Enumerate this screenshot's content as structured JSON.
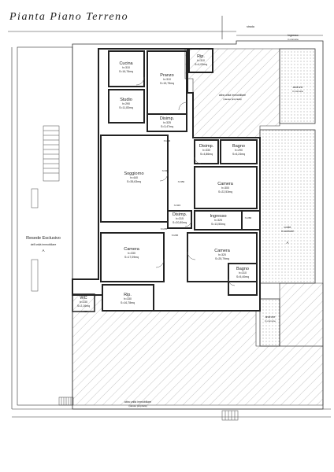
{
  "title": "Pianta  Piano  Terreno",
  "rooms": [
    {
      "key": "cucina",
      "name": "Cucina",
      "h": "h=310",
      "s": "S=16,76mq"
    },
    {
      "key": "pranzo",
      "name": "Pranzo",
      "h": "h=310",
      "s": "S=15,75mq"
    },
    {
      "key": "rip1",
      "name": "Rip.",
      "h": "h=310",
      "s": "S=4,03mq"
    },
    {
      "key": "studio",
      "name": "Studio",
      "h": "h=290",
      "s": "S=11,83mq"
    },
    {
      "key": "disimp1",
      "name": "Disimp.",
      "h": "h=325",
      "s": "S=3,47mq"
    },
    {
      "key": "soggiorno",
      "name": "Soggiorno",
      "h": "h=440",
      "s": "S=35,63mq"
    },
    {
      "key": "disimp2",
      "name": "Disimp.",
      "h": "h=330",
      "s": "S=4,86mq"
    },
    {
      "key": "bagno1",
      "name": "Bagno",
      "h": "h=290",
      "s": "S=6,24mq"
    },
    {
      "key": "camera1",
      "name": "Camera",
      "h": "h=300",
      "s": "S=22,53mq"
    },
    {
      "key": "disimp3",
      "name": "Disimp.",
      "h": "h=315",
      "s": "S=20,80mq"
    },
    {
      "key": "ingresso",
      "name": "Ingresso",
      "h": "h=325",
      "s": "S=13,50mq"
    },
    {
      "key": "camera2",
      "name": "Camera",
      "h": "h=330",
      "s": "S=17,09mq"
    },
    {
      "key": "camera3",
      "name": "Camera",
      "h": "h=320",
      "s": "S=25,79mq"
    },
    {
      "key": "bagno2",
      "name": "Bagno",
      "h": "h=310",
      "s": "S=5,40mq"
    },
    {
      "key": "rip2",
      "name": "Rip.",
      "h": "h=330",
      "s": "S=16,78mq"
    },
    {
      "key": "wc",
      "name": "WC",
      "h": "h=230",
      "s": "S=2,16mq"
    }
  ],
  "labels": {
    "resede": "Resede Esclusivo",
    "resede_sub": "dell'unità immobiliare",
    "resede_letter": "A",
    "other_unit_top": "altra unità immobiliare",
    "other_unit_top_sub": "(stesso proprietà)",
    "other_unit_bottom": "altra unità immobiliare",
    "other_unit_bottom_sub": "(stesso proprietà)",
    "corte": "corte",
    "corte_sub": "in comune",
    "corte_letter": "A",
    "androne1": "androne",
    "androne1_sub": "in comune",
    "androne2": "androne",
    "androne2_sub": "in comune",
    "ingresso_top": "Ingresso",
    "ingresso_top_sub": "in comune",
    "strada": "strada"
  },
  "dims": {
    "d1": "h=280",
    "d2": "h=350",
    "d3": "h=315",
    "d4": "h=315",
    "d5": "h=280",
    "d6": "h=235",
    "d7": "h=230",
    "d8": "h=225"
  },
  "colors": {
    "line": "#222222",
    "hatch": "#9a9a9a",
    "corte_fill": "#e8e8e8"
  }
}
